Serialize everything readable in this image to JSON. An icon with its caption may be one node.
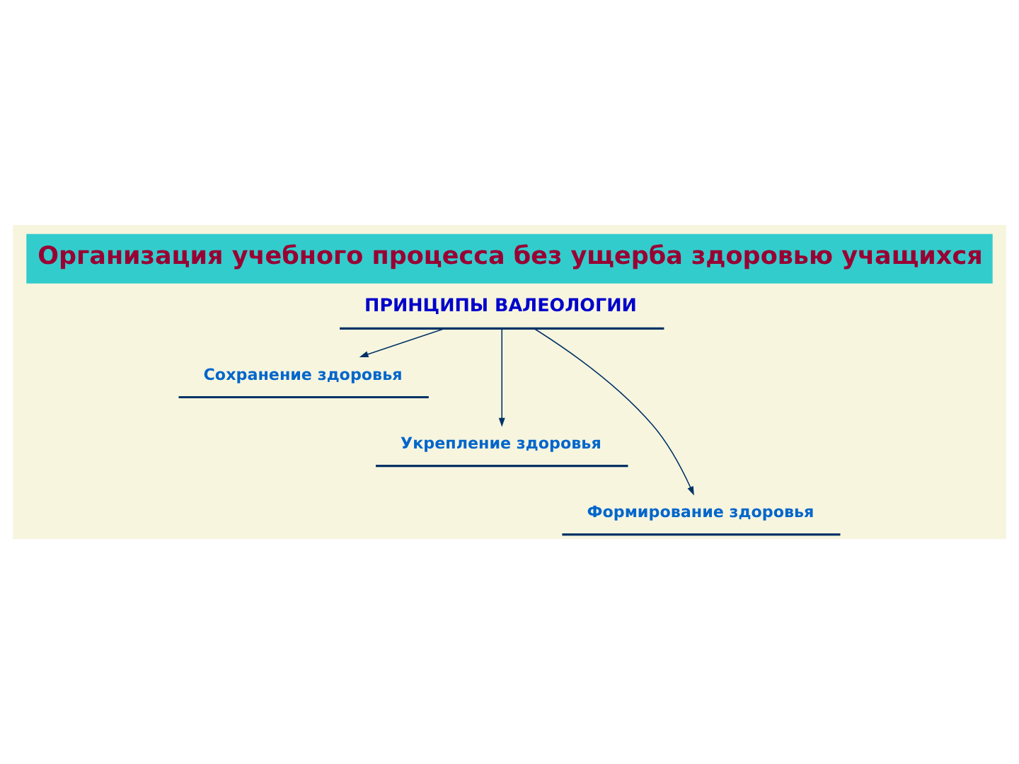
{
  "diagram": {
    "title": "Организация учебного процесса без ущерба здоровью учащихся",
    "nodes": [
      {
        "text": [
          "ПРИНЦИПЫ ВАЛЕОЛОГИИ"
        ]
      },
      {
        "text": [
          "Сохранение здоровья"
        ]
      },
      {
        "text": [
          "Укрепление здоровья"
        ]
      },
      {
        "text": [
          "Формирование здоровья"
        ]
      }
    ],
    "edges": [
      {
        "from": 0,
        "to": 1,
        "arrow": "to"
      },
      {
        "from": 0,
        "to": 2,
        "arrow": "to"
      },
      {
        "from": 0,
        "to": 3,
        "arrow": "to"
      }
    ]
  }
}
